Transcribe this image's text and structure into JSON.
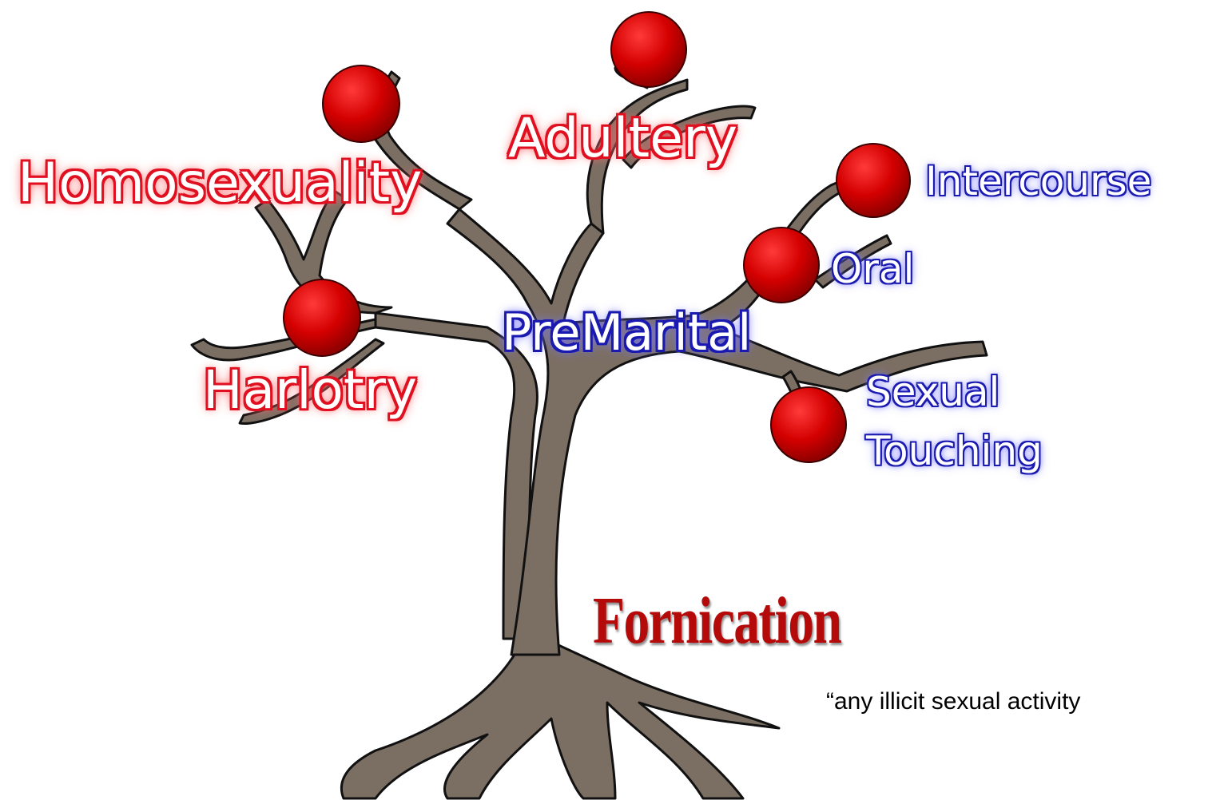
{
  "colors": {
    "trunk": "#7b6e63",
    "trunk_outline": "#000000",
    "fruit": "#cc0000",
    "red_glow": "#e01020",
    "blue_glow": "#1a1ab0",
    "title": "#b40a0a"
  },
  "labels": {
    "homosexuality": "Homosexuality",
    "adultery": "Adultery",
    "harlotry": "Harlotry",
    "premarital": "PreMarital",
    "intercourse": "Intercourse",
    "oral": "Oral",
    "sexual_touching_line1": "Sexual",
    "sexual_touching_line2": "Touching"
  },
  "title": "Fornication",
  "definition": "“any illicit sexual activity"
}
